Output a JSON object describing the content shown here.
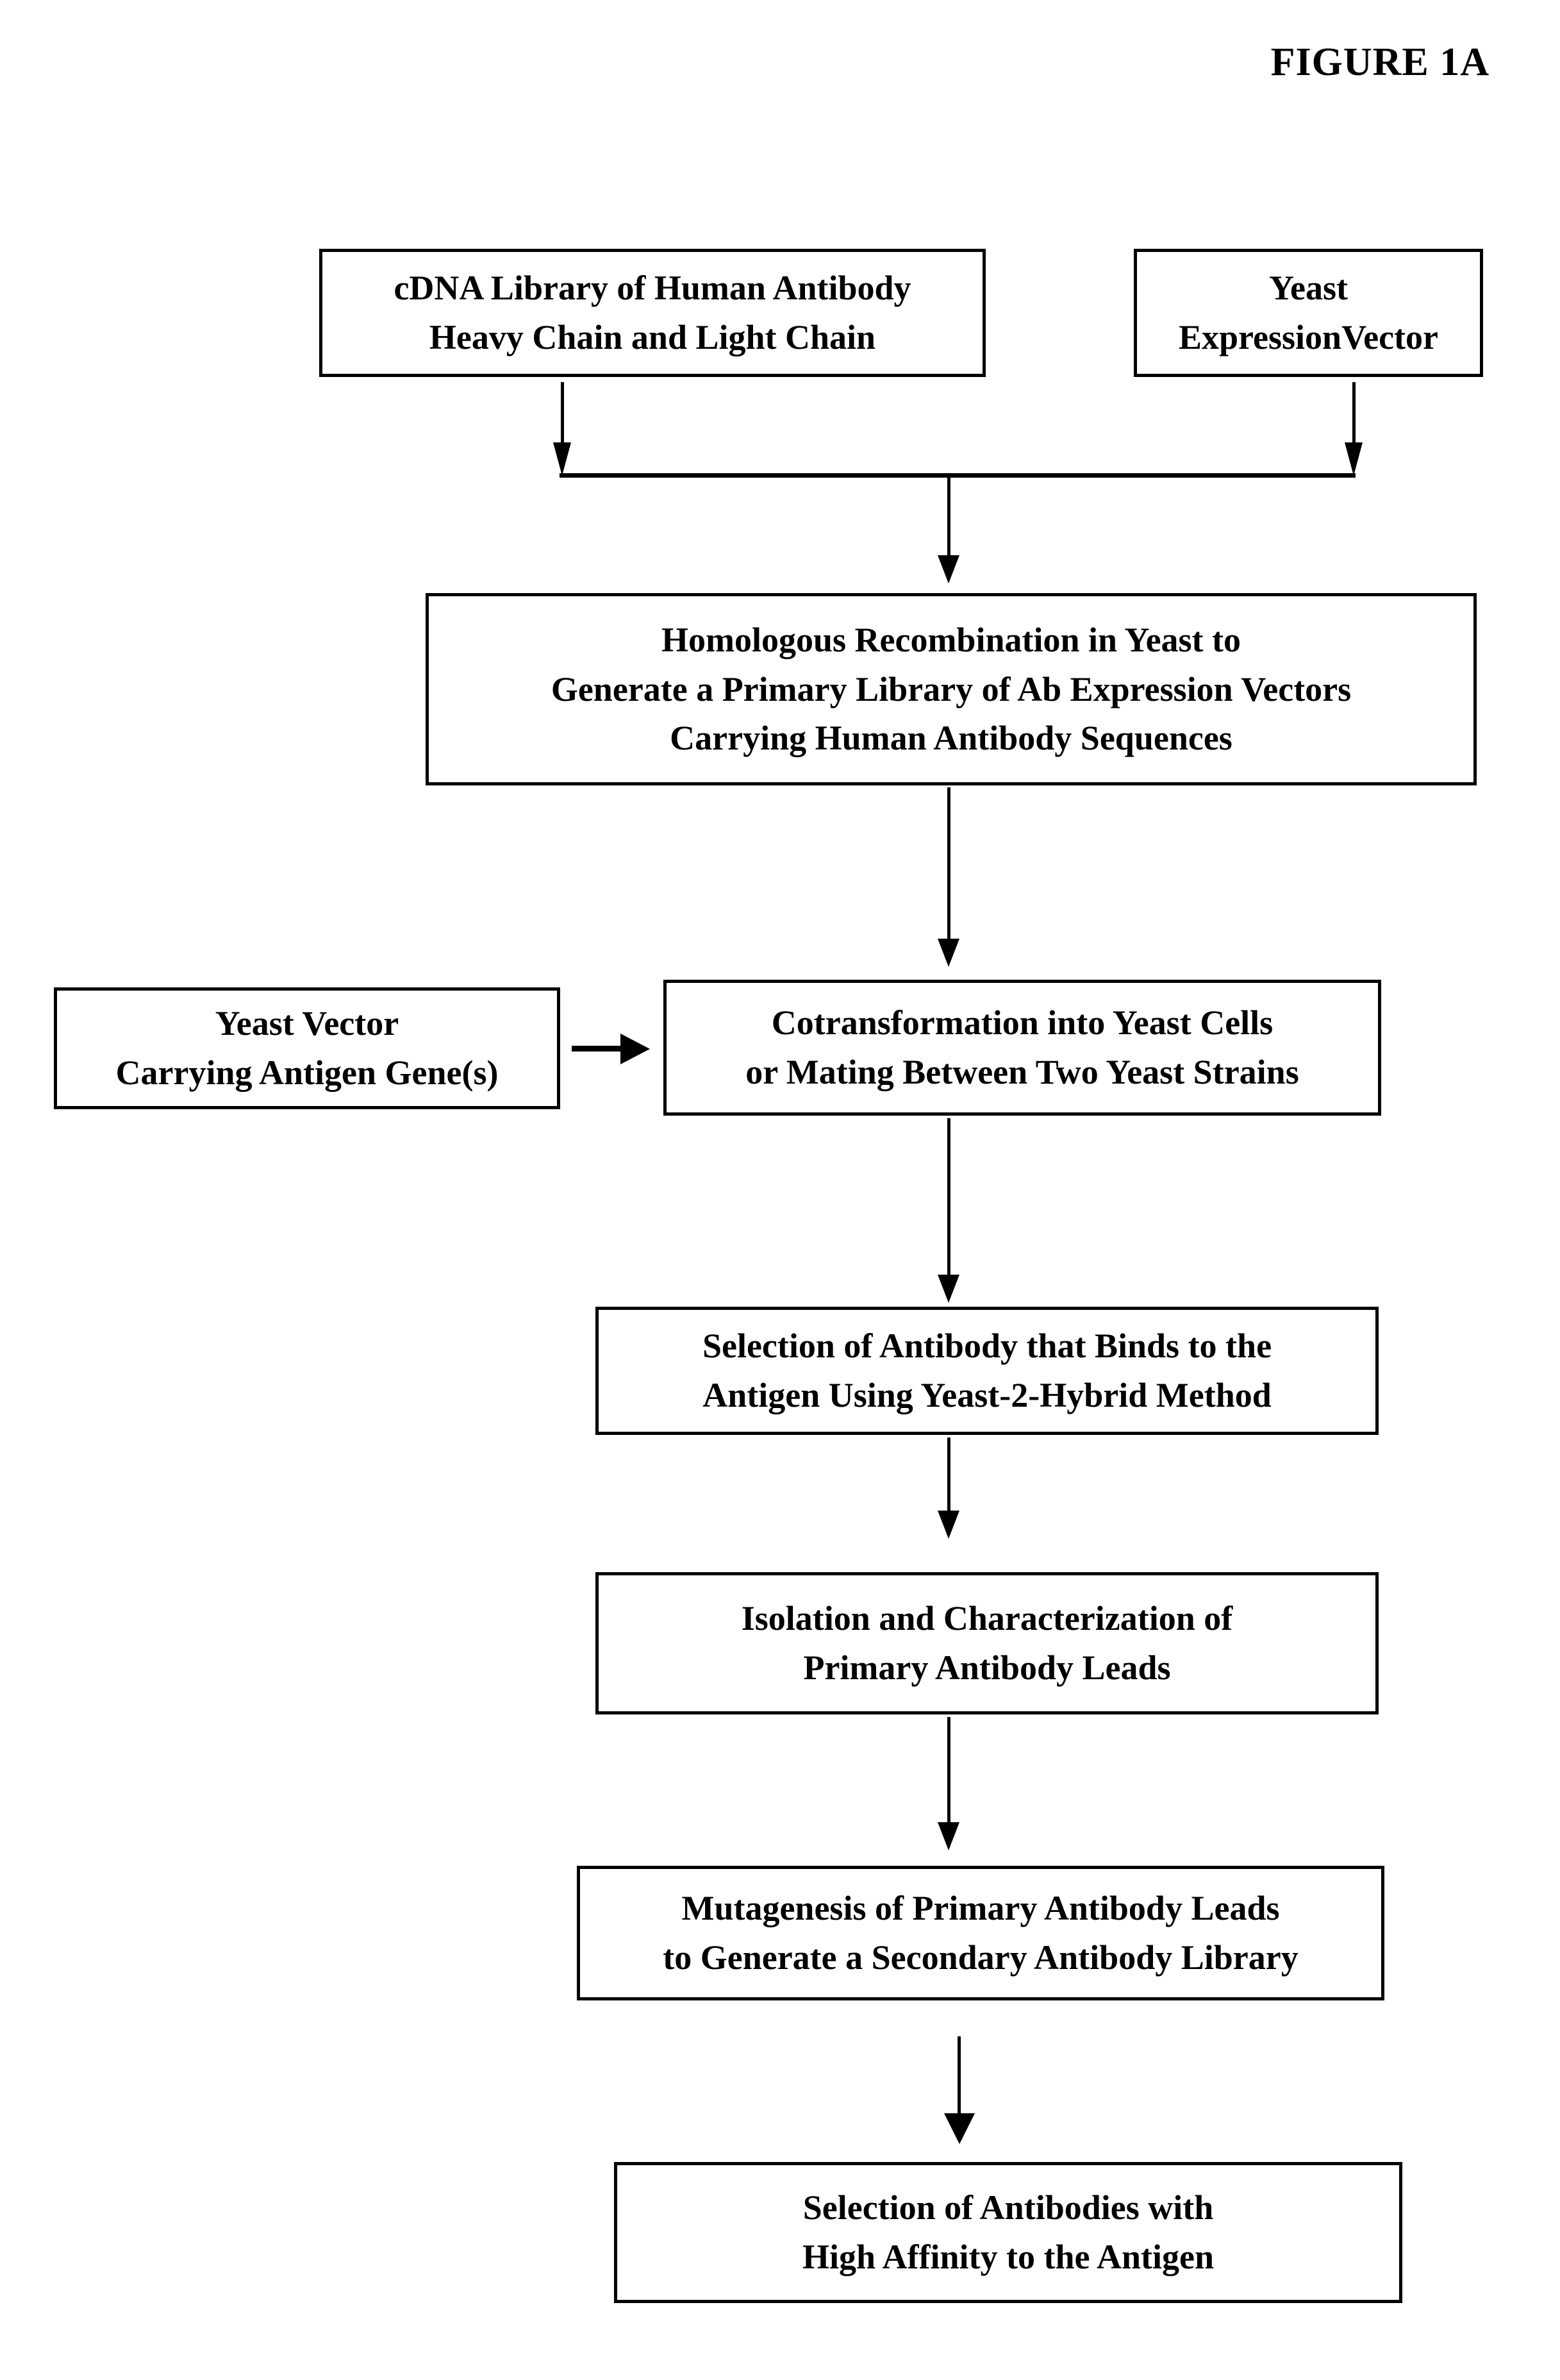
{
  "figure": {
    "title": "FIGURE 1A"
  },
  "flowchart": {
    "type": "process-flow-diagram",
    "orientation": "top-to-bottom",
    "colors": {
      "background": "#ffffff",
      "stroke": "#000000",
      "text": "#000000"
    },
    "nodes": [
      {
        "id": "cdna-library",
        "lines": [
          "cDNA Library of Human Antibody",
          "Heavy Chain and Light Chain"
        ]
      },
      {
        "id": "yeast-expression-vector",
        "lines": [
          "Yeast",
          "ExpressionVector"
        ]
      },
      {
        "id": "homologous-recombination",
        "lines": [
          "Homologous Recombination in Yeast to",
          "Generate a Primary Library of Ab Expression Vectors",
          "Carrying Human Antibody Sequences"
        ]
      },
      {
        "id": "yeast-vector-antigen",
        "lines": [
          "Yeast Vector",
          "Carrying Antigen Gene(s)"
        ]
      },
      {
        "id": "cotransformation",
        "lines": [
          "Cotransformation into Yeast Cells",
          "or Mating Between Two Yeast Strains"
        ]
      },
      {
        "id": "selection-binding",
        "lines": [
          "Selection of Antibody that Binds to the",
          "Antigen Using Yeast-2-Hybrid Method"
        ]
      },
      {
        "id": "isolation-characterization",
        "lines": [
          "Isolation and Characterization of",
          "Primary Antibody Leads"
        ]
      },
      {
        "id": "mutagenesis",
        "lines": [
          "Mutagenesis of Primary Antibody Leads",
          "to Generate a Secondary Antibody Library"
        ]
      },
      {
        "id": "selection-high-affinity",
        "lines": [
          "Selection of Antibodies with",
          "High Affinity to the Antigen"
        ]
      }
    ],
    "edges": [
      {
        "from": "cdna-library",
        "to": "merge-bar",
        "direction": "down"
      },
      {
        "from": "yeast-expression-vector",
        "to": "merge-bar",
        "direction": "down"
      },
      {
        "from": "merge-bar",
        "to": "homologous-recombination",
        "direction": "down"
      },
      {
        "from": "homologous-recombination",
        "to": "cotransformation",
        "direction": "down"
      },
      {
        "from": "yeast-vector-antigen",
        "to": "cotransformation",
        "direction": "right"
      },
      {
        "from": "cotransformation",
        "to": "selection-binding",
        "direction": "down"
      },
      {
        "from": "selection-binding",
        "to": "isolation-characterization",
        "direction": "down"
      },
      {
        "from": "isolation-characterization",
        "to": "mutagenesis",
        "direction": "down"
      },
      {
        "from": "mutagenesis",
        "to": "selection-high-affinity",
        "direction": "down"
      }
    ]
  }
}
